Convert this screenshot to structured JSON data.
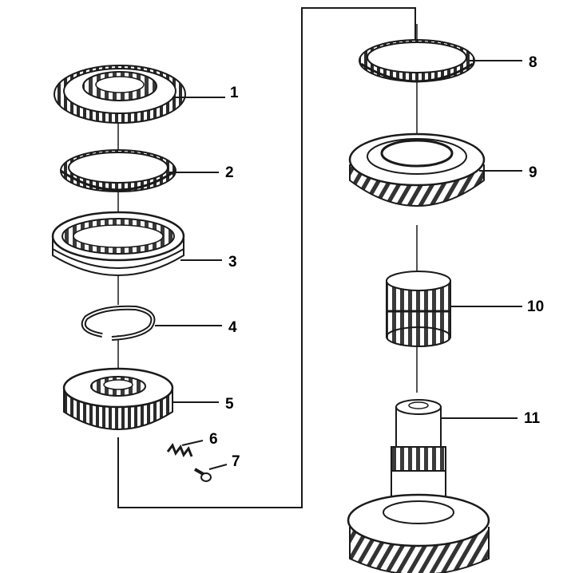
{
  "callouts": [
    "1",
    "2",
    "3",
    "4",
    "5",
    "6",
    "7",
    "8",
    "9",
    "10",
    "11"
  ],
  "colors": {
    "ink": "#1a1a1a",
    "background": "#ffffff",
    "shade": "#7a7a7a"
  }
}
